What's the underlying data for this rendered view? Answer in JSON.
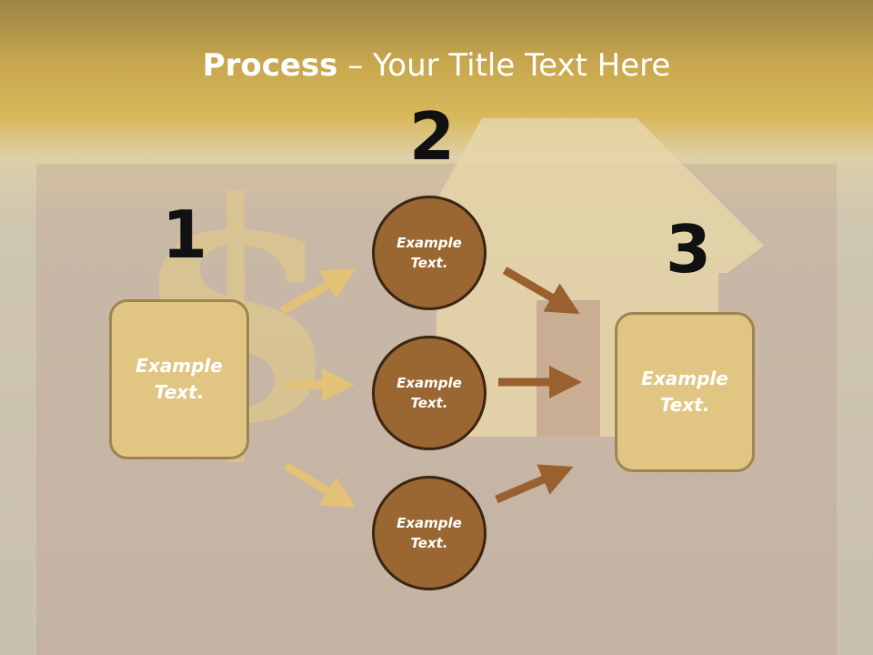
{
  "title": {
    "bold": "Process",
    "rest": " – Your Title Text Here"
  },
  "steps": [
    {
      "number": "1",
      "text_line1": "Example",
      "text_line2": "Text."
    },
    {
      "number": "2",
      "text_line1": "Example",
      "text_line2": "Text."
    },
    {
      "number": "3",
      "text_line1": "Example",
      "text_line2": "Text."
    }
  ],
  "circles": [
    {
      "line1": "Example",
      "line2": "Text."
    },
    {
      "line1": "Example",
      "line2": "Text."
    },
    {
      "line1": "Example",
      "line2": "Text."
    }
  ],
  "colors": {
    "box_fill": "#e1c583",
    "circle_fill": "#9a6732",
    "arrow_light": "#e3c278",
    "arrow_dark": "#9a6030"
  }
}
